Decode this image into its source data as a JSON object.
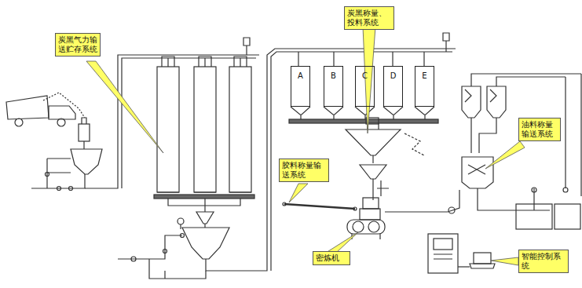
{
  "diagram": {
    "nodes": [
      {
        "text": [
          "炭黑气力输送贮存系统"
        ]
      },
      {
        "text": [
          "炭黑称量、投料系统"
        ]
      },
      {
        "text": [
          "A"
        ]
      },
      {
        "text": [
          "B"
        ]
      },
      {
        "text": [
          "C"
        ]
      },
      {
        "text": [
          "D"
        ]
      },
      {
        "text": [
          "E"
        ]
      },
      {
        "text": [
          "油料称量输送系统"
        ]
      },
      {
        "text": [
          "胶料称量输送系统"
        ]
      },
      {
        "text": [
          "密炼机"
        ]
      },
      {
        "text": [
          "智能控制系统"
        ]
      }
    ]
  }
}
